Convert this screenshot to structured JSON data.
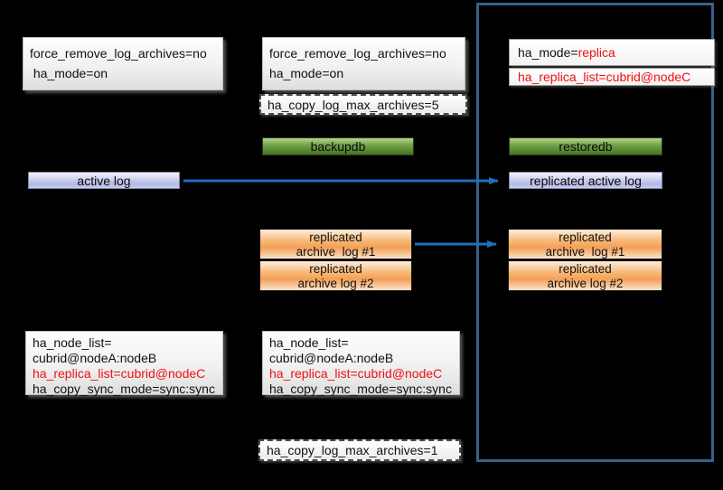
{
  "colors": {
    "background": "#000000",
    "node_panel_border": "#38618c",
    "arrow": "#1e6fbe",
    "red_text": "#ee1111",
    "green_bar": "#527f2e",
    "lavender_bar": "#b3b9e3",
    "orange_bar": "#f7b470"
  },
  "left_column": {
    "config_top": {
      "line1": "force_remove_log_archives=no",
      "line2": " ha_mode=on"
    },
    "active_log_label": "active log",
    "config_bottom": {
      "line1": "ha_node_list=",
      "line2": "cubrid@nodeA:nodeB",
      "line3": "ha_replica_list=cubrid@nodeC",
      "line4": "ha_copy_sync_mode=sync:sync"
    }
  },
  "middle_column": {
    "config_top": {
      "line1": "force_remove_log_archives=no",
      "line2": "ha_mode=on"
    },
    "copy_log_max_archives_top": "ha_copy_log_max_archives=5",
    "backupdb_label": "backupdb",
    "archive1": {
      "line1": "replicated",
      "line2": "archive  log #1"
    },
    "archive2": {
      "line1": "replicated",
      "line2": "archive log #2"
    },
    "config_bottom": {
      "line1": "ha_node_list=",
      "line2": "cubrid@nodeA:nodeB",
      "line3": "ha_replica_list=cubrid@nodeC",
      "line4": "ha_copy_sync_mode=sync:sync"
    },
    "copy_log_max_archives_bottom": "ha_copy_log_max_archives=1"
  },
  "replica_panel": {
    "ha_mode_prefix": "ha_mode=",
    "ha_mode_value": "replica",
    "replica_list": "ha_replica_list=cubrid@nodeC",
    "restoredb_label": "restoredb",
    "replicated_active_log_label": "replicated active log",
    "archive1": {
      "line1": "replicated",
      "line2": "archive  log #1"
    },
    "archive2": {
      "line1": "replicated",
      "line2": "archive log #2"
    }
  }
}
